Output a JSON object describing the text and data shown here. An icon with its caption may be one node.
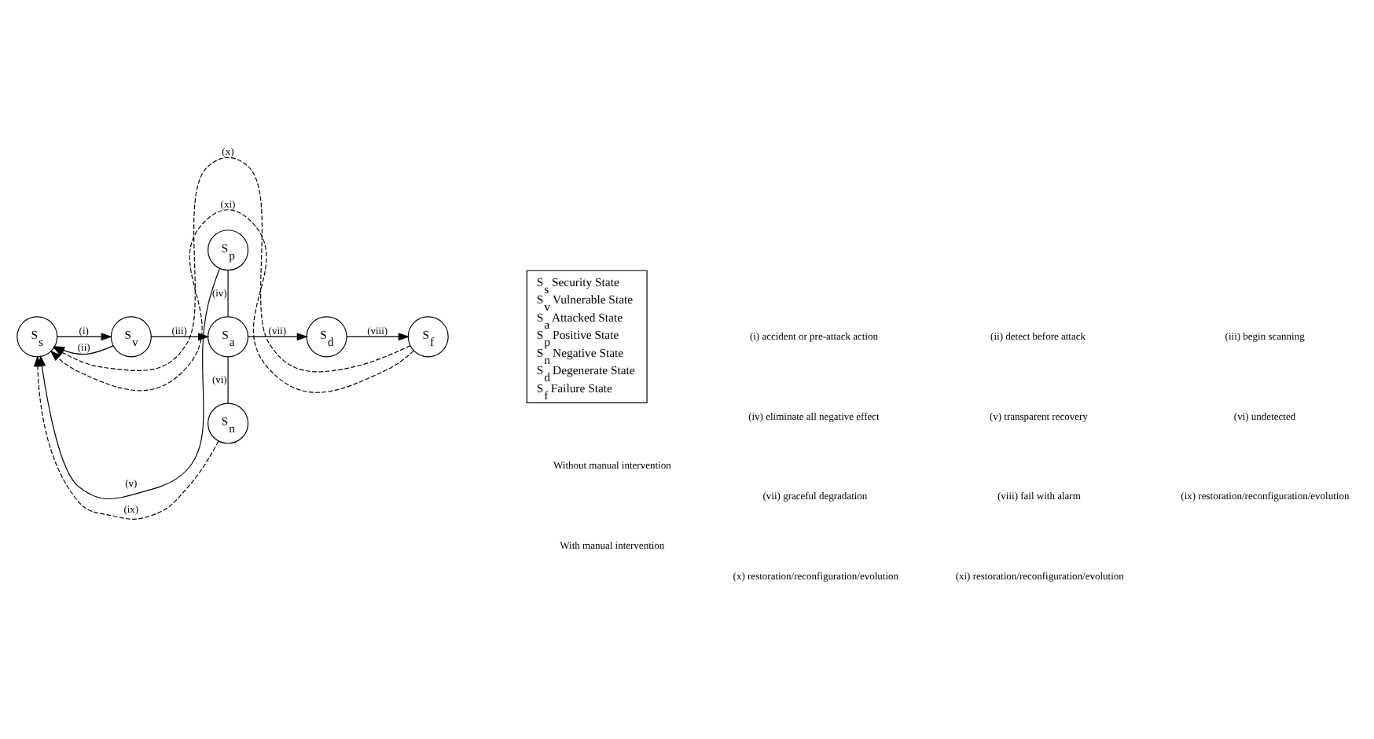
{
  "diagram": {
    "nodes": [
      {
        "text": [
          "S$_{s}$"
        ]
      },
      {
        "text": [
          "S$_{v}$"
        ]
      },
      {
        "text": [
          "S$_{a}$"
        ]
      },
      {
        "text": [
          "S$_{d}$"
        ]
      },
      {
        "text": [
          "S$_{f}$"
        ]
      },
      {
        "text": [
          "S$_{p}$"
        ]
      },
      {
        "text": [
          "S$_{n}$"
        ]
      },
      {
        "text": [
          "S$_{s}$ Security State",
          "S$_{v}$ Vulnerable State",
          "S$_{a}$ Attacked State",
          "S$_{p}$ Positive State",
          "S$_{n}$ Negative State",
          "S$_{d}$ Degenerate State",
          "S$_{f}$ Failure State"
        ]
      }
    ],
    "edges": [
      {
        "from": 0,
        "to": 1,
        "arrow": "to",
        "label": "(i)"
      },
      {
        "from": 1,
        "to": 0,
        "arrow": "to",
        "label": "(ii)"
      },
      {
        "from": 1,
        "to": 2,
        "arrow": "to",
        "label": "(iii)"
      },
      {
        "from": 2,
        "to": 5,
        "arrow": "none",
        "label": "(iv)"
      },
      {
        "from": 5,
        "to": 0,
        "arrow": "to",
        "label": "(v)"
      },
      {
        "from": 2,
        "to": 6,
        "arrow": "none",
        "label": "(vi)"
      },
      {
        "from": 2,
        "to": 3,
        "arrow": "to",
        "label": "(vii)"
      },
      {
        "from": 3,
        "to": 4,
        "arrow": "to",
        "label": "(viii)"
      },
      {
        "from": 6,
        "to": 0,
        "arrow": "to",
        "label": "(ix)",
        "style": "dashed"
      },
      {
        "from": 4,
        "to": 0,
        "arrow": "to",
        "label": "(x)",
        "style": "dashed"
      },
      {
        "from": 4,
        "to": 0,
        "arrow": "to",
        "label": "(xi)",
        "style": "dashed"
      }
    ],
    "labels": [
      "(i) accident or pre-attack action",
      "(ii) detect before attack",
      "(iii) begin scanning",
      "(iv) eliminate all negative effect",
      "(v) transparent recovery",
      "(vi) undetected",
      "(vii) graceful degradation",
      "(viii) fail with alarm",
      "(ix) restoration/reconfiguration/evolution",
      "(x) restoration/reconfiguration/evolution",
      "(xi) restoration/reconfiguration/evolution"
    ],
    "legend": [
      {
        "text": "Without manual intervention"
      },
      {
        "text": "With manual intervention"
      }
    ]
  }
}
